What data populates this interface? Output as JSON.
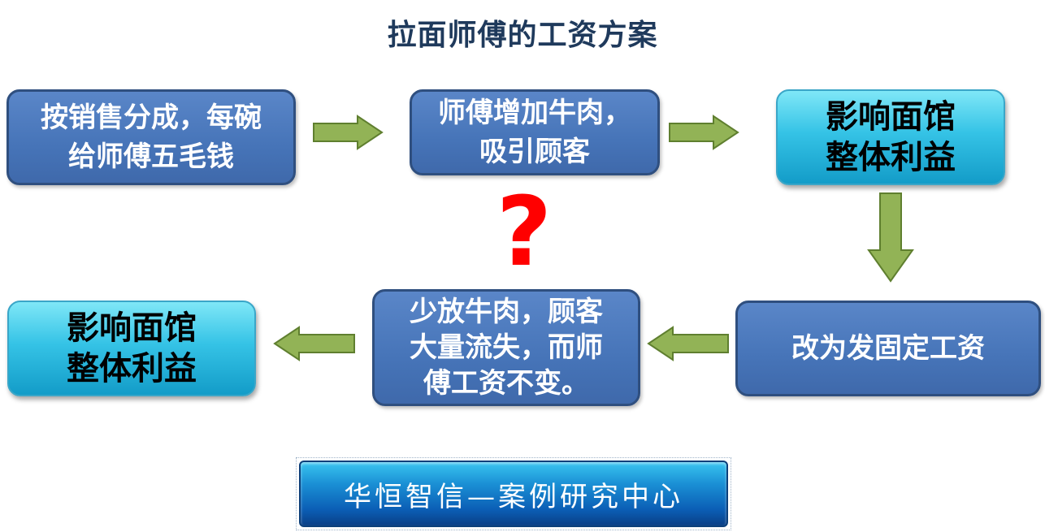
{
  "title": "拉面师傅的工资方案",
  "nodes": {
    "n1": "按销售分成，每碗\n给师傅五毛钱",
    "n2": "师傅增加牛肉，\n吸引顾客",
    "n3": "影响面馆\n整体利益",
    "n4": "改为发固定工资",
    "n5": "少放牛肉，顾客\n大量流失，而师\n傅工资不变。",
    "n6": "影响面馆\n整体利益"
  },
  "question_mark": "?",
  "banner": "华恒智信—案例研究中心",
  "colors": {
    "blue_box": "#4674b8",
    "cyan_box": "#35c3e6",
    "arrow_fill": "#92b356",
    "arrow_stroke": "#5f7f2f",
    "question": "#ff0000",
    "title": "#1f3a5c"
  }
}
